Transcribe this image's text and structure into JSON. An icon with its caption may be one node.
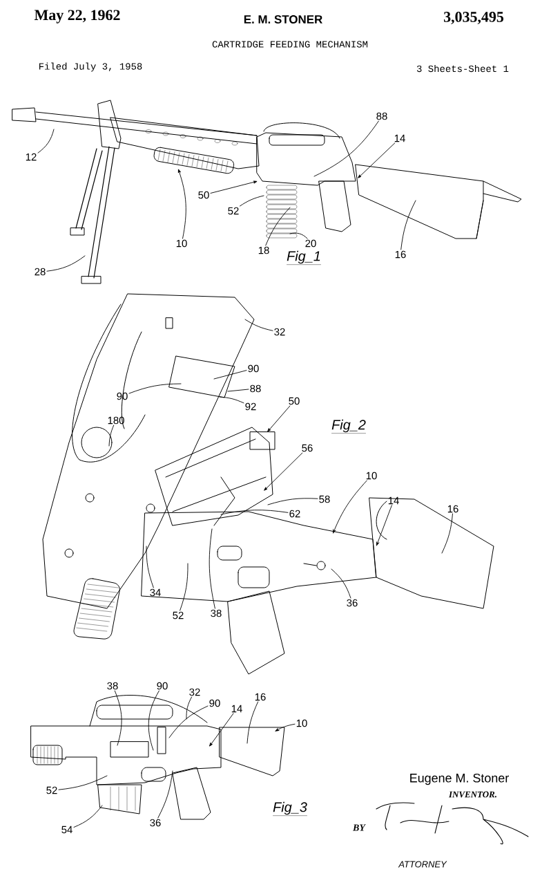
{
  "diagram": {
    "title": "CARTRIDGE FEEDING MECHANISM",
    "nodes": [
      {
        "text": [
          "12"
        ]
      },
      {
        "text": [
          "88"
        ]
      },
      {
        "text": [
          "14"
        ]
      },
      {
        "text": [
          "50"
        ]
      },
      {
        "text": [
          "52"
        ]
      },
      {
        "text": [
          "10"
        ]
      },
      {
        "text": [
          "18"
        ]
      },
      {
        "text": [
          "20"
        ]
      },
      {
        "text": [
          "16"
        ]
      },
      {
        "text": [
          "28"
        ]
      },
      {
        "text": [
          "32"
        ]
      },
      {
        "text": [
          "90"
        ]
      },
      {
        "text": [
          "90"
        ]
      },
      {
        "text": [
          "88"
        ]
      },
      {
        "text": [
          "92"
        ]
      },
      {
        "text": [
          "50"
        ]
      },
      {
        "text": [
          "180"
        ]
      },
      {
        "text": [
          "56"
        ]
      },
      {
        "text": [
          "58"
        ]
      },
      {
        "text": [
          "62"
        ]
      },
      {
        "text": [
          "10"
        ]
      },
      {
        "text": [
          "14"
        ]
      },
      {
        "text": [
          "16"
        ]
      },
      {
        "text": [
          "34"
        ]
      },
      {
        "text": [
          "52"
        ]
      },
      {
        "text": [
          "38"
        ]
      },
      {
        "text": [
          "36"
        ]
      },
      {
        "text": [
          "38"
        ]
      },
      {
        "text": [
          "90"
        ]
      },
      {
        "text": [
          "32"
        ]
      },
      {
        "text": [
          "16"
        ]
      },
      {
        "text": [
          "90"
        ]
      },
      {
        "text": [
          "14"
        ]
      },
      {
        "text": [
          "10"
        ]
      },
      {
        "text": [
          "52"
        ]
      },
      {
        "text": [
          "54"
        ]
      },
      {
        "text": [
          "36"
        ]
      }
    ],
    "edges": [
      {
        "from": 0,
        "to": null,
        "arrow": "none"
      },
      {
        "from": 1,
        "to": null,
        "arrow": "none"
      },
      {
        "from": 2,
        "to": null,
        "arrow": "to"
      },
      {
        "from": 3,
        "to": null,
        "arrow": "to"
      },
      {
        "from": 4,
        "to": null,
        "arrow": "none"
      },
      {
        "from": 5,
        "to": null,
        "arrow": "to"
      },
      {
        "from": 6,
        "to": null,
        "arrow": "none"
      },
      {
        "from": 7,
        "to": null,
        "arrow": "none"
      },
      {
        "from": 8,
        "to": null,
        "arrow": "none"
      },
      {
        "from": 9,
        "to": null,
        "arrow": "none"
      },
      {
        "from": 10,
        "to": null,
        "arrow": "none"
      },
      {
        "from": 11,
        "to": null,
        "arrow": "none"
      },
      {
        "from": 12,
        "to": null,
        "arrow": "none"
      },
      {
        "from": 13,
        "to": null,
        "arrow": "none"
      },
      {
        "from": 14,
        "to": null,
        "arrow": "none"
      },
      {
        "from": 15,
        "to": null,
        "arrow": "to"
      },
      {
        "from": 16,
        "to": null,
        "arrow": "none"
      },
      {
        "from": 17,
        "to": null,
        "arrow": "to"
      },
      {
        "from": 18,
        "to": null,
        "arrow": "none"
      },
      {
        "from": 19,
        "to": null,
        "arrow": "none"
      },
      {
        "from": 20,
        "to": null,
        "arrow": "to"
      },
      {
        "from": 21,
        "to": null,
        "arrow": "to"
      },
      {
        "from": 22,
        "to": null,
        "arrow": "none"
      },
      {
        "from": 23,
        "to": null,
        "arrow": "none"
      },
      {
        "from": 24,
        "to": null,
        "arrow": "none"
      },
      {
        "from": 25,
        "to": null,
        "arrow": "none"
      },
      {
        "from": 26,
        "to": null,
        "arrow": "none"
      },
      {
        "from": 27,
        "to": null,
        "arrow": "none"
      },
      {
        "from": 28,
        "to": null,
        "arrow": "none"
      },
      {
        "from": 29,
        "to": null,
        "arrow": "none"
      },
      {
        "from": 30,
        "to": null,
        "arrow": "none"
      },
      {
        "from": 31,
        "to": null,
        "arrow": "none"
      },
      {
        "from": 32,
        "to": null,
        "arrow": "to"
      },
      {
        "from": 33,
        "to": null,
        "arrow": "to"
      },
      {
        "from": 34,
        "to": null,
        "arrow": "none"
      },
      {
        "from": 35,
        "to": null,
        "arrow": "none"
      },
      {
        "from": 36,
        "to": null,
        "arrow": "none"
      }
    ],
    "labels": [
      "May 22, 1962",
      "E. M. STONER",
      "3,035,495",
      "Filed July 3, 1958",
      "3 Sheets-Sheet 1",
      "Fig_1",
      "Fig_2",
      "Eugene M. Stoner",
      "INVENTOR.",
      "Fig_3",
      "BY",
      "ATTORNEY"
    ]
  }
}
